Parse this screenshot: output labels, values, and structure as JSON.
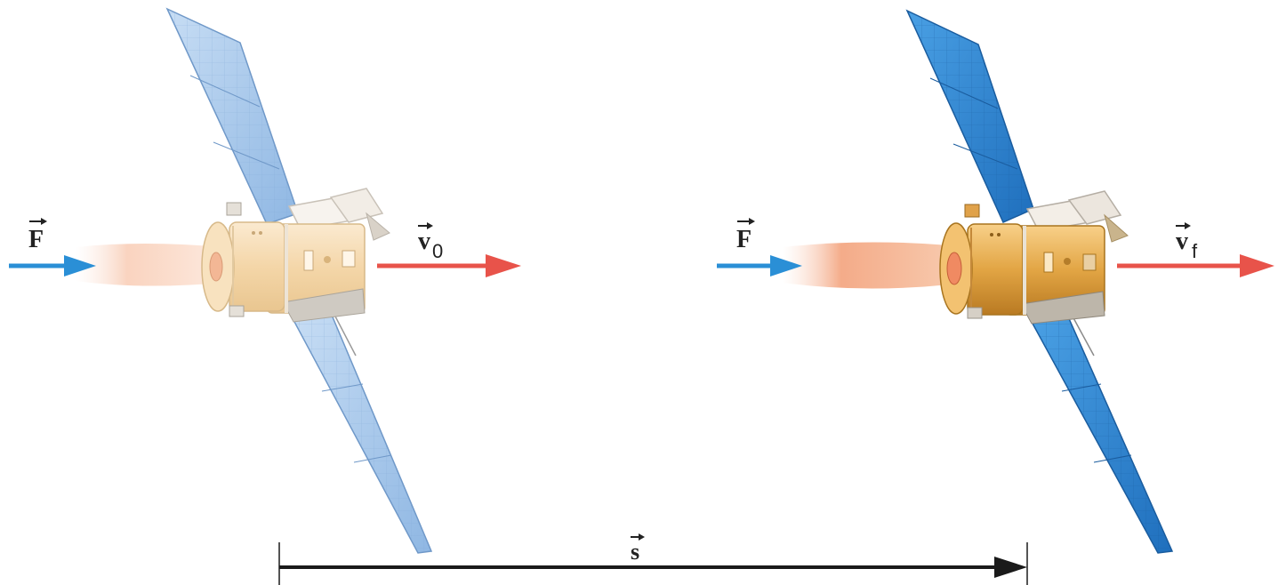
{
  "labels": {
    "force_left": "F",
    "velocity_initial": "v",
    "velocity_initial_sub": "0",
    "force_right": "F",
    "velocity_final": "v",
    "velocity_final_sub": "f",
    "displacement": "s"
  },
  "colors": {
    "force_arrow": "#2a8fd6",
    "velocity_arrow": "#e8534a",
    "displacement_arrow": "#1a1a1a",
    "panel_pale": "#a9c9ec",
    "panel_vivid": "#2f86d0",
    "body_pale": "#f6dcb4",
    "body_gold": "#e2a544",
    "exhaust": "#f39a78"
  },
  "icons": {
    "satellite_initial": "satellite-pale",
    "satellite_final": "satellite-gold"
  }
}
